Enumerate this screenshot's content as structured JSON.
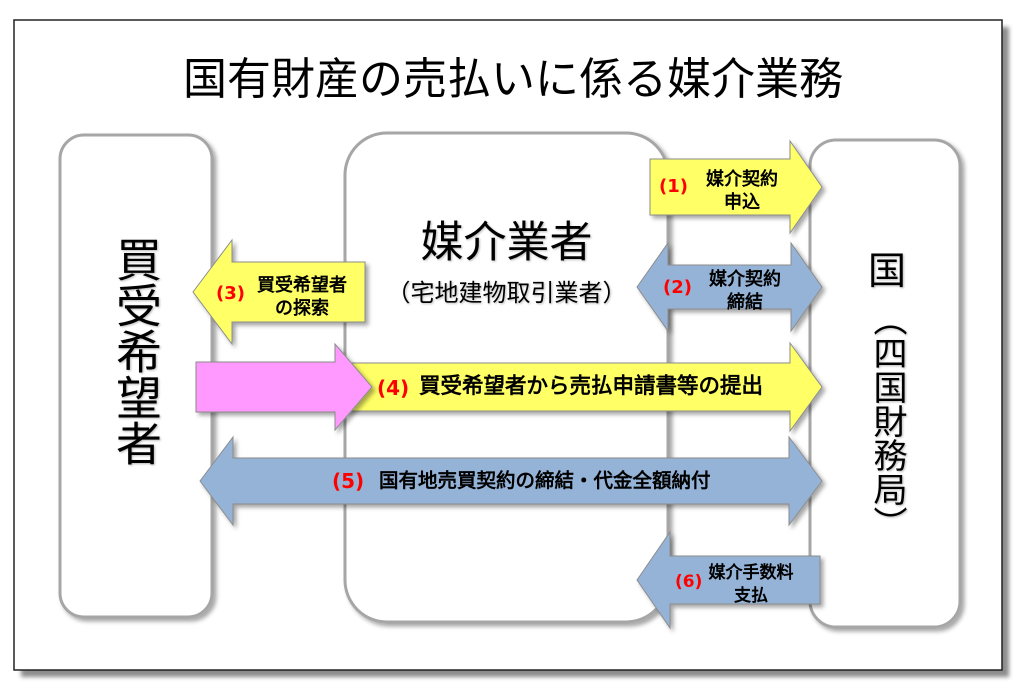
{
  "title": "国有財産の売払いに係る媒介業務",
  "parties": {
    "buyer": {
      "label": "買受希望者"
    },
    "broker": {
      "label": "媒介業者",
      "sublabel": "（宅地建物取引業者）"
    },
    "government": {
      "label": "国",
      "sublabel": "（四国財務局）"
    }
  },
  "steps": [
    {
      "number": "(1)",
      "lines": [
        "媒介契約",
        "申込"
      ],
      "shape": "right-arrow",
      "fill": "#FFFF66"
    },
    {
      "number": "(2)",
      "lines": [
        "媒介契約",
        "締結"
      ],
      "shape": "double-arrow",
      "fill": "#95B3D7"
    },
    {
      "number": "(3)",
      "lines": [
        "買受希望者",
        "の探索"
      ],
      "shape": "left-arrow",
      "fill": "#FFFF66"
    },
    {
      "number": "(4)",
      "lines": [
        "買受希望者から売払申請書等の提出"
      ],
      "shape": "right-arrow",
      "fill": "#FFFF66",
      "origin_fill": "#FF99FF"
    },
    {
      "number": "(5)",
      "lines": [
        "国有地売買契約の締結・代金全額納付"
      ],
      "shape": "double-arrow",
      "fill": "#95B3D7"
    },
    {
      "number": "(6)",
      "lines": [
        "媒介手数料",
        "支払"
      ],
      "shape": "left-arrow",
      "fill": "#95B3D7"
    }
  ],
  "colors": {
    "step_number": "#FF0000",
    "box_outline": "#A6A6A6",
    "arrow_outline": "#8C8C8C"
  }
}
